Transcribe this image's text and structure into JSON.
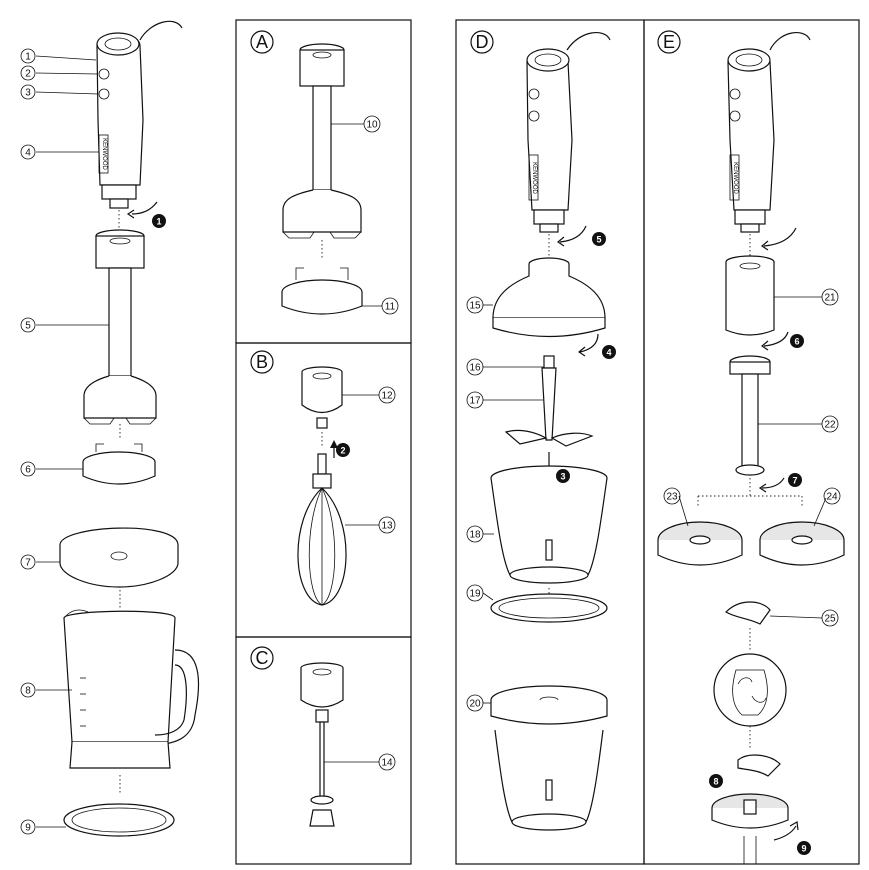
{
  "panels": [
    "A",
    "B",
    "C",
    "D",
    "E"
  ],
  "callouts": [
    "1",
    "2",
    "3",
    "4",
    "5",
    "6",
    "7",
    "8",
    "9",
    "10",
    "11",
    "12",
    "13",
    "14",
    "15",
    "16",
    "17",
    "18",
    "19",
    "20",
    "21",
    "22",
    "23",
    "24",
    "25"
  ],
  "steps": [
    "1",
    "2",
    "3",
    "4",
    "5",
    "6",
    "7",
    "8",
    "9"
  ],
  "brand_text": "KENWOOD",
  "colors": {
    "line": "#111111",
    "background": "#ffffff",
    "step_fill": "#111111"
  }
}
